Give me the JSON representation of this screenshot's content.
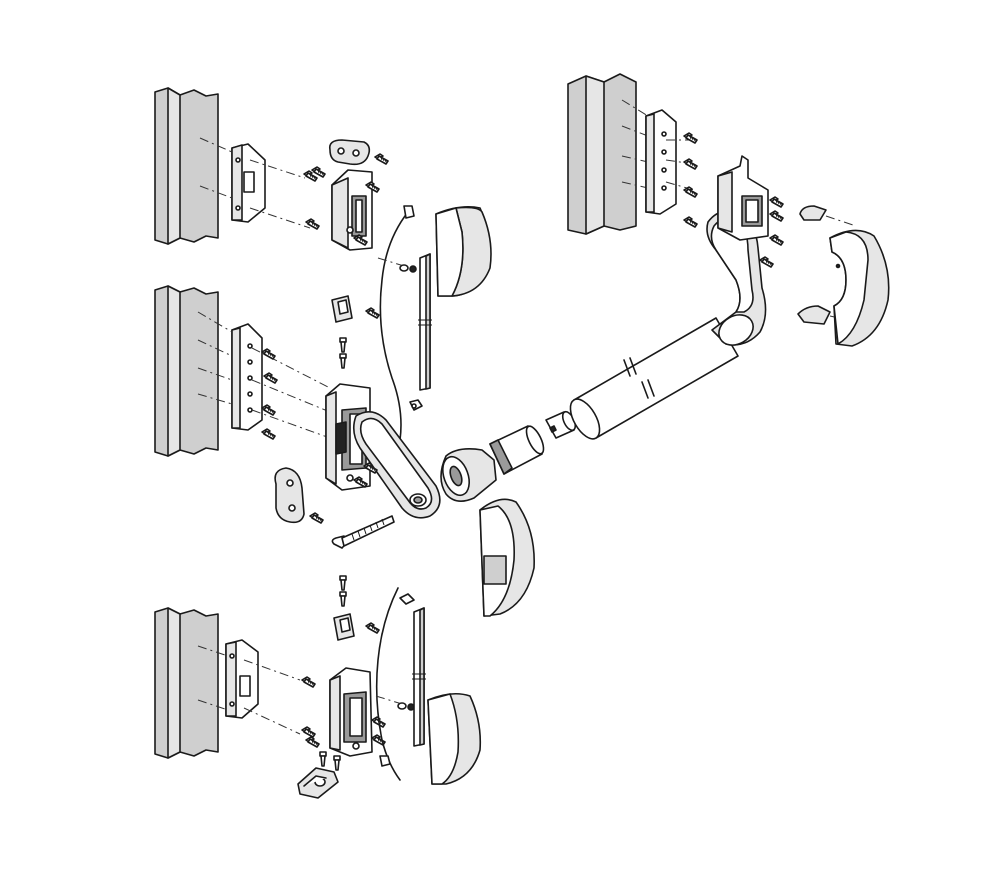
{
  "diagram": {
    "type": "exploded-assembly",
    "colors": {
      "outline": "#1a1a1a",
      "frame": "#cfcfcf",
      "cover": "#e6e6e6",
      "background": "#ffffff"
    },
    "parts": [
      "frame-profile-top-left",
      "frame-profile-middle-left",
      "frame-profile-bottom-left",
      "frame-profile-top-right",
      "strike-plate-top",
      "strike-plate-bottom",
      "mounting-plate-middle",
      "mounting-plate-right",
      "top-latch-unit",
      "bottom-latch-unit",
      "main-lock-case",
      "end-bracket",
      "lever-arm-left",
      "lever-arm-right",
      "push-bar-tube",
      "tube-coupler",
      "tube-end-cap",
      "trumpet-end-cap",
      "cover-top",
      "cover-bottom",
      "cover-center",
      "cover-right",
      "clip-upper",
      "clip-lower",
      "vertical-rod-top",
      "vertical-rod-bottom",
      "cable-top",
      "cable-bottom",
      "long-bolt",
      "floor-strike",
      "bumper-top",
      "bumper-middle",
      "rod-guide-top",
      "rod-guide-bottom",
      "screws"
    ]
  }
}
